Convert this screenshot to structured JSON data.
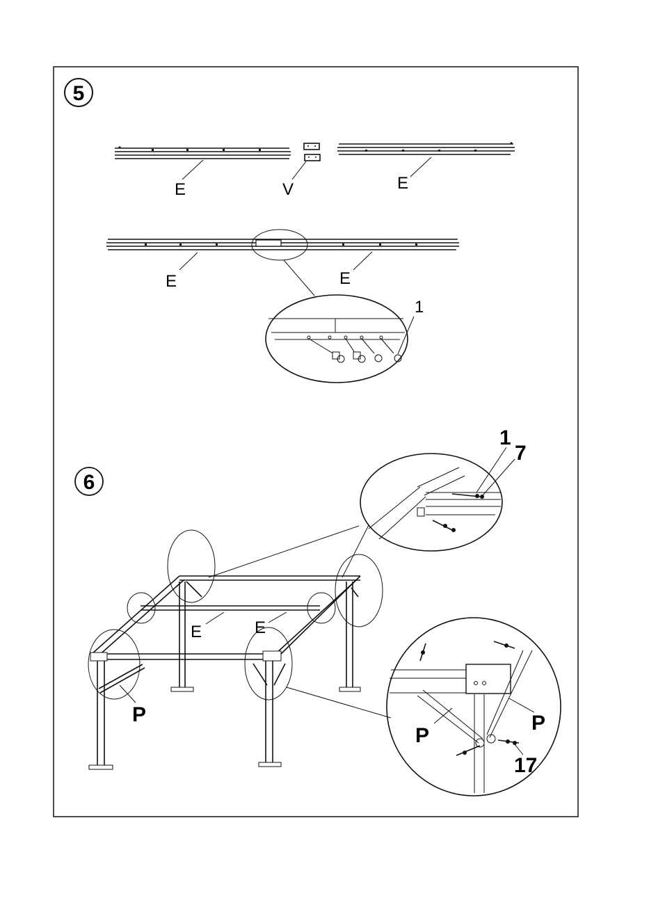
{
  "steps": [
    {
      "number": "5"
    },
    {
      "number": "6"
    }
  ],
  "step5": {
    "part_e_label": "E",
    "part_v_label": "V",
    "detail_callout": "1"
  },
  "step6": {
    "part_e_label": "E",
    "part_p_label": "P",
    "detail_top_callouts": [
      "1",
      "7"
    ],
    "detail_bottom_callout": "17"
  }
}
